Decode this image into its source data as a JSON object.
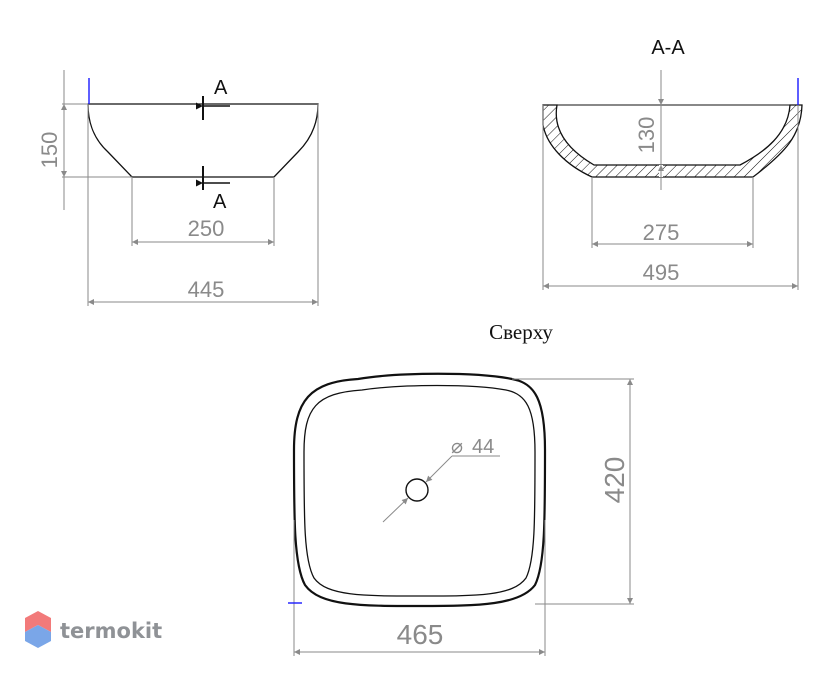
{
  "side_view": {
    "section_marks": [
      "A",
      "A"
    ],
    "dim_height": "150",
    "dim_bottom_width": "250",
    "dim_top_width": "445"
  },
  "section_view": {
    "title": "A-A",
    "dim_depth": "130",
    "dim_bottom_width": "275",
    "dim_top_width": "495"
  },
  "top_view": {
    "title": "Сверху",
    "dim_drain": "44",
    "dim_depth": "420",
    "dim_width": "465"
  },
  "watermark": {
    "text": "termokit",
    "colors": {
      "top": "#f27a7a",
      "bottom": "#7aa6e8",
      "text": "#8f9296"
    }
  }
}
